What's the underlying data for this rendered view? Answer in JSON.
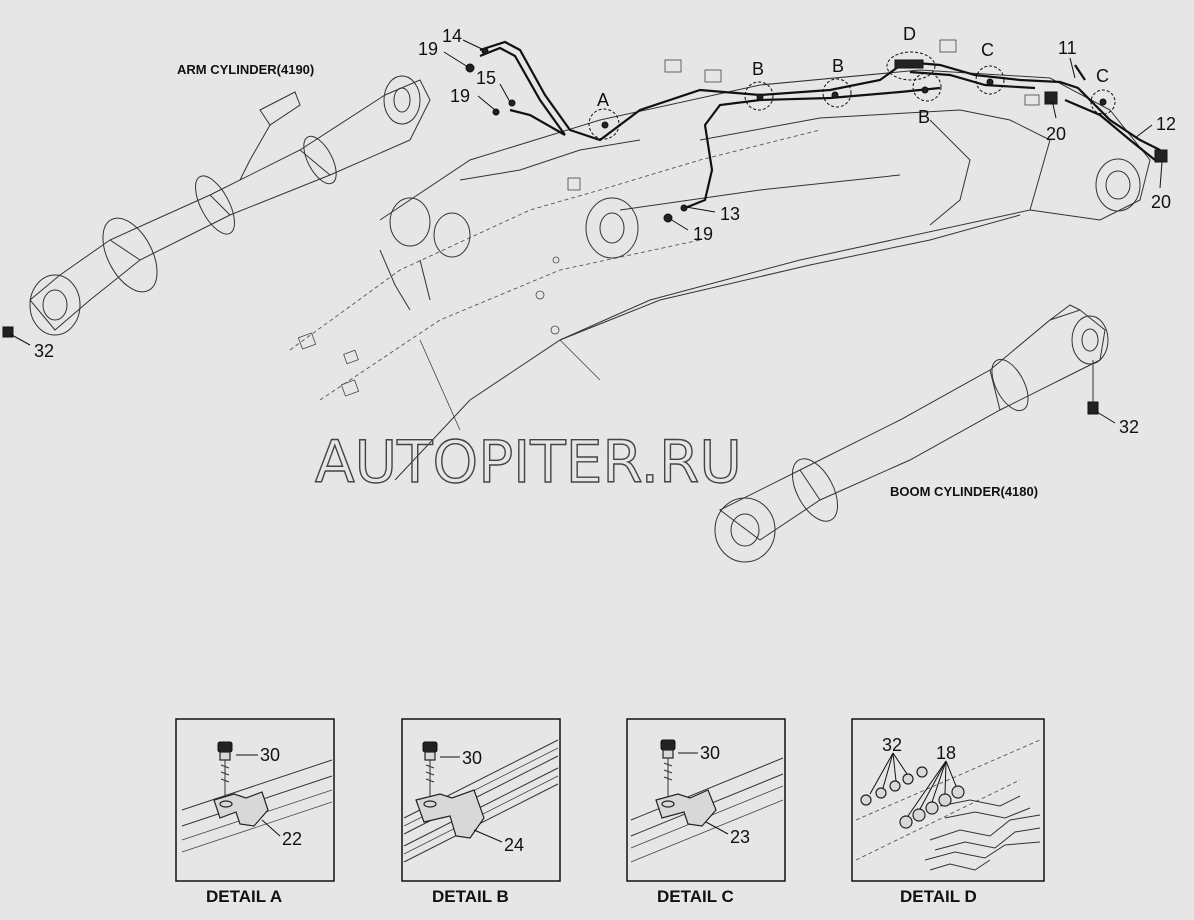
{
  "titles": {
    "arm_cylinder": "ARM CYLINDER(4190)",
    "boom_cylinder": "BOOM CYLINDER(4180)"
  },
  "watermark": "AUTOPITER.RU",
  "callouts": {
    "c14": "14",
    "c19a": "19",
    "c15": "15",
    "c19b": "19",
    "c13": "13",
    "c19c": "19",
    "c11": "11",
    "c12": "12",
    "c20a": "20",
    "c20b": "20",
    "c32a": "32",
    "c32b": "32"
  },
  "detail_markers": {
    "A": "A",
    "B1": "B",
    "B2": "B",
    "B3": "B",
    "C1": "C",
    "C2": "C",
    "D": "D"
  },
  "details": [
    {
      "title": "DETAIL  A",
      "bolt": "30",
      "clamp": "22"
    },
    {
      "title": "DETAIL  B",
      "bolt": "30",
      "clamp": "24"
    },
    {
      "title": "DETAIL  C",
      "bolt": "30",
      "clamp": "23"
    },
    {
      "title": "DETAIL  D",
      "nuts": "32",
      "fittings": "18"
    }
  ]
}
